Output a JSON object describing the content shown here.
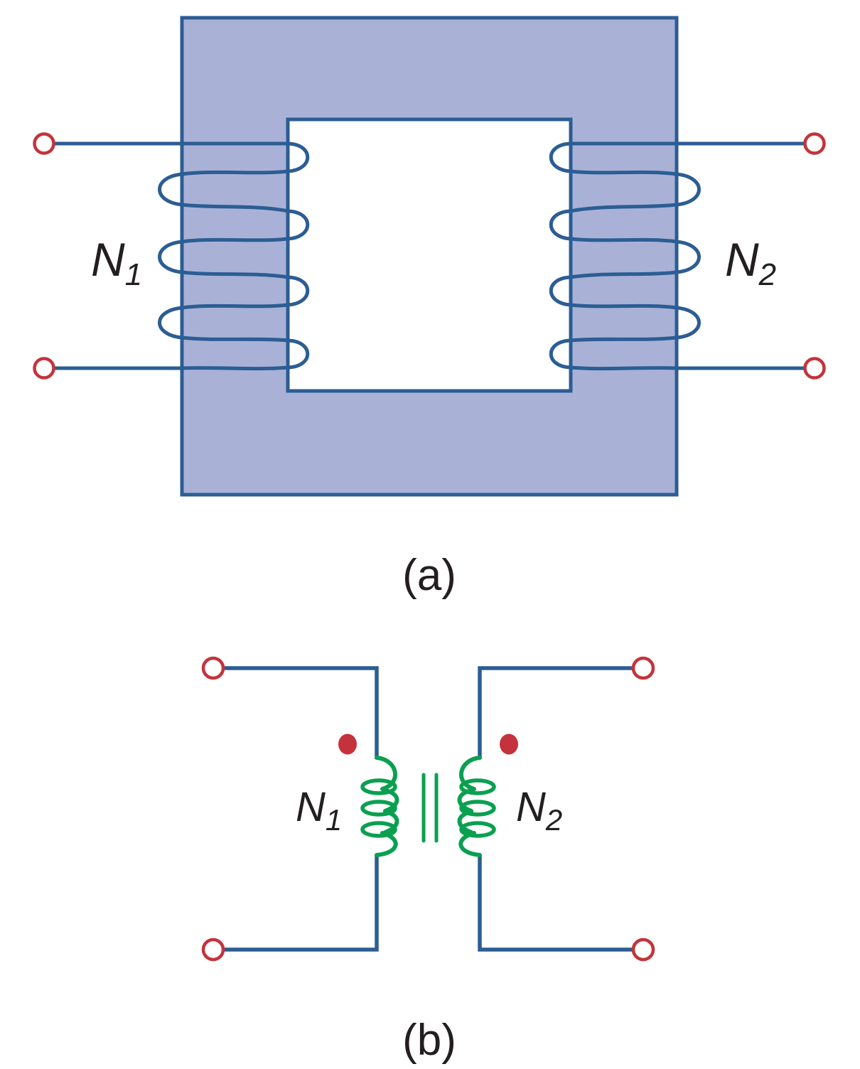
{
  "colors": {
    "core_fill": "#a9b2d6",
    "wire_blue": "#2c5d94",
    "coil_green": "#0aa050",
    "terminal_red": "#c4333b",
    "text_dark": "#231f20"
  },
  "part_a": {
    "caption": "(a)",
    "primary_label": {
      "base": "N",
      "sub": "1"
    },
    "secondary_label": {
      "base": "N",
      "sub": "2"
    }
  },
  "part_b": {
    "caption": "(b)",
    "primary_label": {
      "base": "N",
      "sub": "1"
    },
    "secondary_label": {
      "base": "N",
      "sub": "2"
    }
  }
}
